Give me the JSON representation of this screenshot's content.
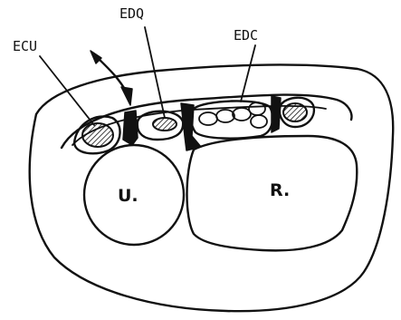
{
  "labels": {
    "ecu": "ECU",
    "edq": "EDQ",
    "edc": "EDC",
    "ulna": "U.",
    "radius": "R."
  },
  "colors": {
    "ink": "#111111",
    "background": "#ffffff"
  }
}
